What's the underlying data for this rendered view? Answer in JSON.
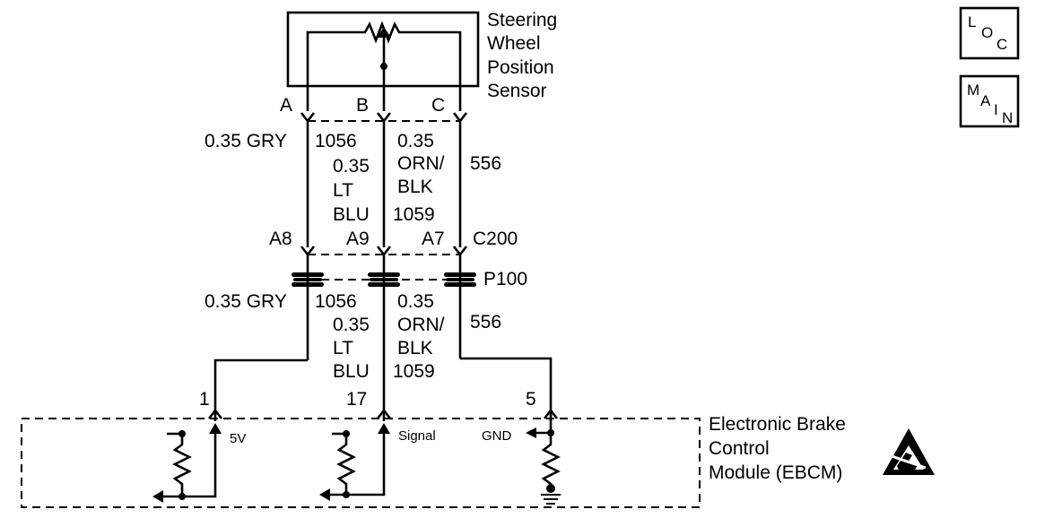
{
  "sensor": {
    "name_lines": [
      "Steering",
      "Wheel",
      "Position",
      "Sensor"
    ],
    "pin_a": "A",
    "pin_b": "B",
    "pin_c": "C"
  },
  "upper_wires": {
    "gry": "0.35 GRY",
    "gry_circuit": "1056",
    "ltblu_lines": [
      "0.35",
      "LT",
      "BLU"
    ],
    "ltblu_circuit": "1059",
    "orn_lines": [
      "0.35",
      "ORN/",
      "BLK"
    ],
    "orn_circuit": "556"
  },
  "connector_c200": {
    "pins": [
      "A8",
      "A9",
      "A7"
    ],
    "name": "C200"
  },
  "splice": {
    "name": "P100"
  },
  "lower_wires": {
    "gry": "0.35 GRY",
    "gry_circuit": "1056",
    "ltblu_lines": [
      "0.35",
      "LT",
      "BLU"
    ],
    "ltblu_circuit": "1059",
    "orn_lines": [
      "0.35",
      "ORN/",
      "BLK"
    ],
    "orn_circuit": "556"
  },
  "module": {
    "pins": [
      "1",
      "17",
      "5"
    ],
    "signal_labels": [
      "5V",
      "Signal",
      "GND"
    ],
    "name_lines": [
      "Electronic Brake",
      "Control",
      "Module (EBCM)"
    ]
  },
  "badges": {
    "loc": [
      "L",
      "O",
      "C"
    ],
    "main": [
      "M",
      "A",
      "I",
      "N"
    ]
  }
}
